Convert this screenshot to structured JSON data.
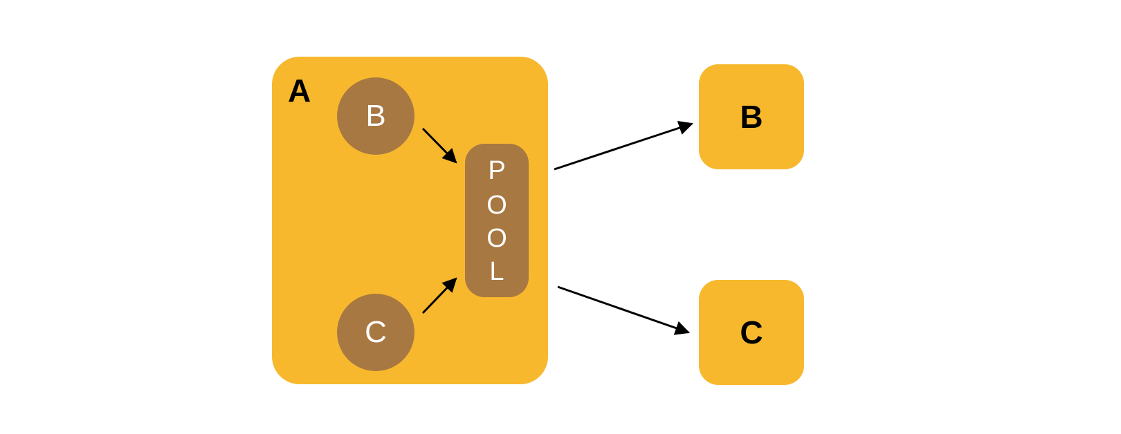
{
  "colors": {
    "container_fill": "#F7B82E",
    "node_fill": "#A87842",
    "arrow": "#000000"
  },
  "container": {
    "label": "A"
  },
  "nodes": {
    "b_label": "B",
    "c_label": "C"
  },
  "pool": {
    "letters": [
      "P",
      "O",
      "O",
      "L"
    ]
  },
  "targets": {
    "b_label": "B",
    "c_label": "C"
  }
}
